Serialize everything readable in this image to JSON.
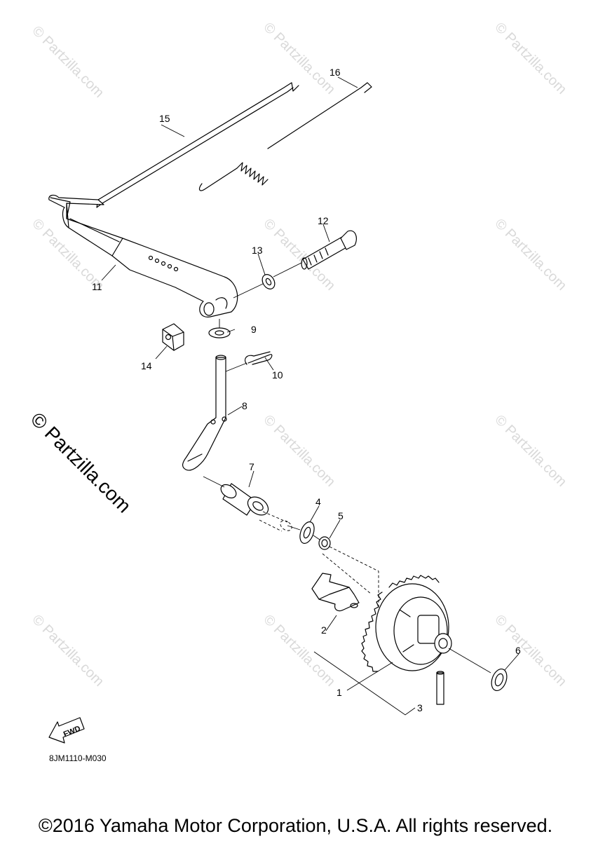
{
  "watermark": {
    "small_text": "© Partzilla.com",
    "big_text": "© Partzilla.com"
  },
  "callouts": {
    "p1": "1",
    "p2": "2",
    "p3": "3",
    "p4": "4",
    "p5": "5",
    "p6": "6",
    "p7": "7",
    "p8": "8",
    "p9": "9",
    "p10": "10",
    "p11": "11",
    "p12": "12",
    "p13": "13",
    "p14": "14",
    "p15": "15",
    "p16": "16"
  },
  "fwd_label": "FWD",
  "diagram_code": "8JM1110-M030",
  "copyright": "©2016 Yamaha Motor Corporation, U.S.A. All rights reserved."
}
